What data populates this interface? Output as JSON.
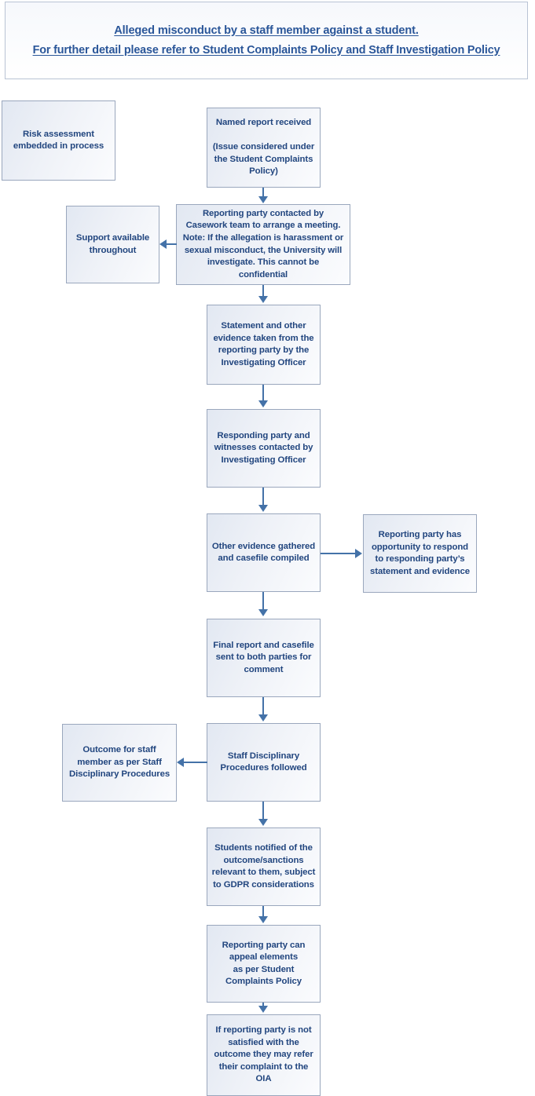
{
  "title": {
    "line1": "Alleged misconduct by a staff member against a student.",
    "line2": "For further detail please refer to Student Complaints Policy and Staff Investigation Policy"
  },
  "colors": {
    "text_blue": "#22467f",
    "title_blue": "#2a5699",
    "arrow_blue": "#4472a8",
    "box_border": "#9aa7bd",
    "box_fill_start": "#e2e8f2",
    "box_fill_end": "#fbfcfe"
  },
  "nodes": {
    "risk_assessment": "Risk assessment\nembedded in process",
    "named_report": "Named report received\n\n(Issue considered under\nthe Student Complaints\nPolicy)",
    "support_available": "Support available\nthroughout",
    "reporting_party_contacted": "Reporting party contacted by\nCasework team to arrange a meeting.\nNote: If the allegation is harassment or\nsexual misconduct, the University will\ninvestigate. This cannot be\nconfidential",
    "statement_taken": "Statement and other\nevidence taken from the\nreporting party by the\nInvestigating Officer",
    "responding_party_contacted": "Responding party and\nwitnesses contacted by\nInvestigating Officer",
    "other_evidence": "Other evidence gathered\nand casefile compiled",
    "reporting_party_respond": "Reporting party has\nopportunity to respond\nto responding party’s\nstatement and evidence",
    "final_report": "Final report and casefile\nsent to both parties for\ncomment",
    "outcome_staff_member": "Outcome for staff\nmember as per Staff\nDisciplinary Procedures",
    "staff_disciplinary": "Staff Disciplinary\nProcedures followed",
    "students_notified": "Students notified of the\noutcome/sanctions\nrelevant to them, subject\nto GDPR considerations",
    "appeal_elements": "Reporting party can\nappeal elements\nas per Student\nComplaints Policy",
    "refer_to_oia": "If reporting party is not\nsatisfied with the\noutcome they may refer\ntheir complaint to the\nOIA"
  }
}
